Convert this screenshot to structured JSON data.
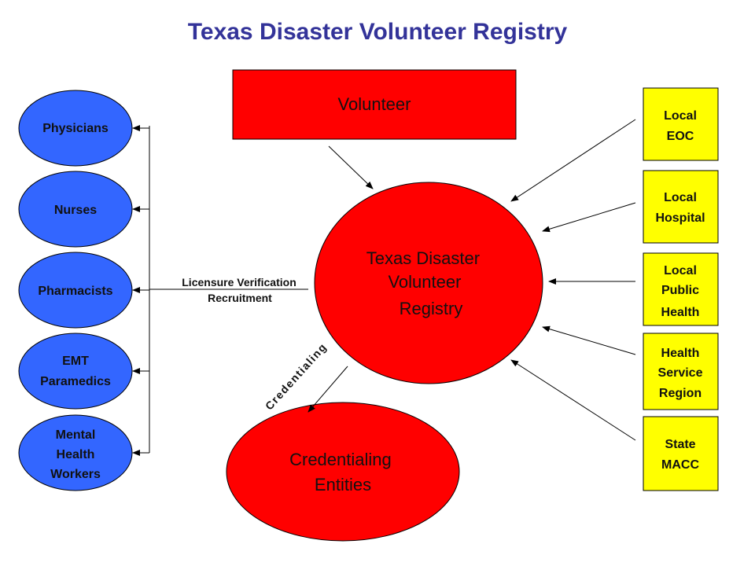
{
  "title": "Texas Disaster Volunteer Registry",
  "colors": {
    "title": "#333399",
    "professional_fill": "#3366FF",
    "red_fill": "#FF0000",
    "source_fill": "#FFFF00",
    "stroke": "#000000"
  },
  "volunteer": {
    "label": "Volunteer"
  },
  "registry": {
    "lines": [
      "Texas Disaster",
      "Volunteer",
      "Registry"
    ]
  },
  "credentialing_entities": {
    "lines": [
      "Credentialing",
      "Entities"
    ]
  },
  "credentialing_label": "Credentialing",
  "licensure": {
    "line1": "Licensure Verification",
    "line2": "Recruitment"
  },
  "professionals": [
    {
      "lines": [
        "Physicians"
      ]
    },
    {
      "lines": [
        "Nurses"
      ]
    },
    {
      "lines": [
        "Pharmacists"
      ]
    },
    {
      "lines": [
        "EMT",
        "Paramedics"
      ]
    },
    {
      "lines": [
        "Mental",
        "Health",
        "Workers"
      ]
    }
  ],
  "sources": [
    {
      "lines": [
        "Local",
        "EOC"
      ]
    },
    {
      "lines": [
        "Local",
        "Hospital"
      ]
    },
    {
      "lines": [
        "Local",
        "Public",
        "Health"
      ]
    },
    {
      "lines": [
        "Health",
        "Service",
        "Region"
      ]
    },
    {
      "lines": [
        "State",
        "MACC"
      ]
    }
  ]
}
